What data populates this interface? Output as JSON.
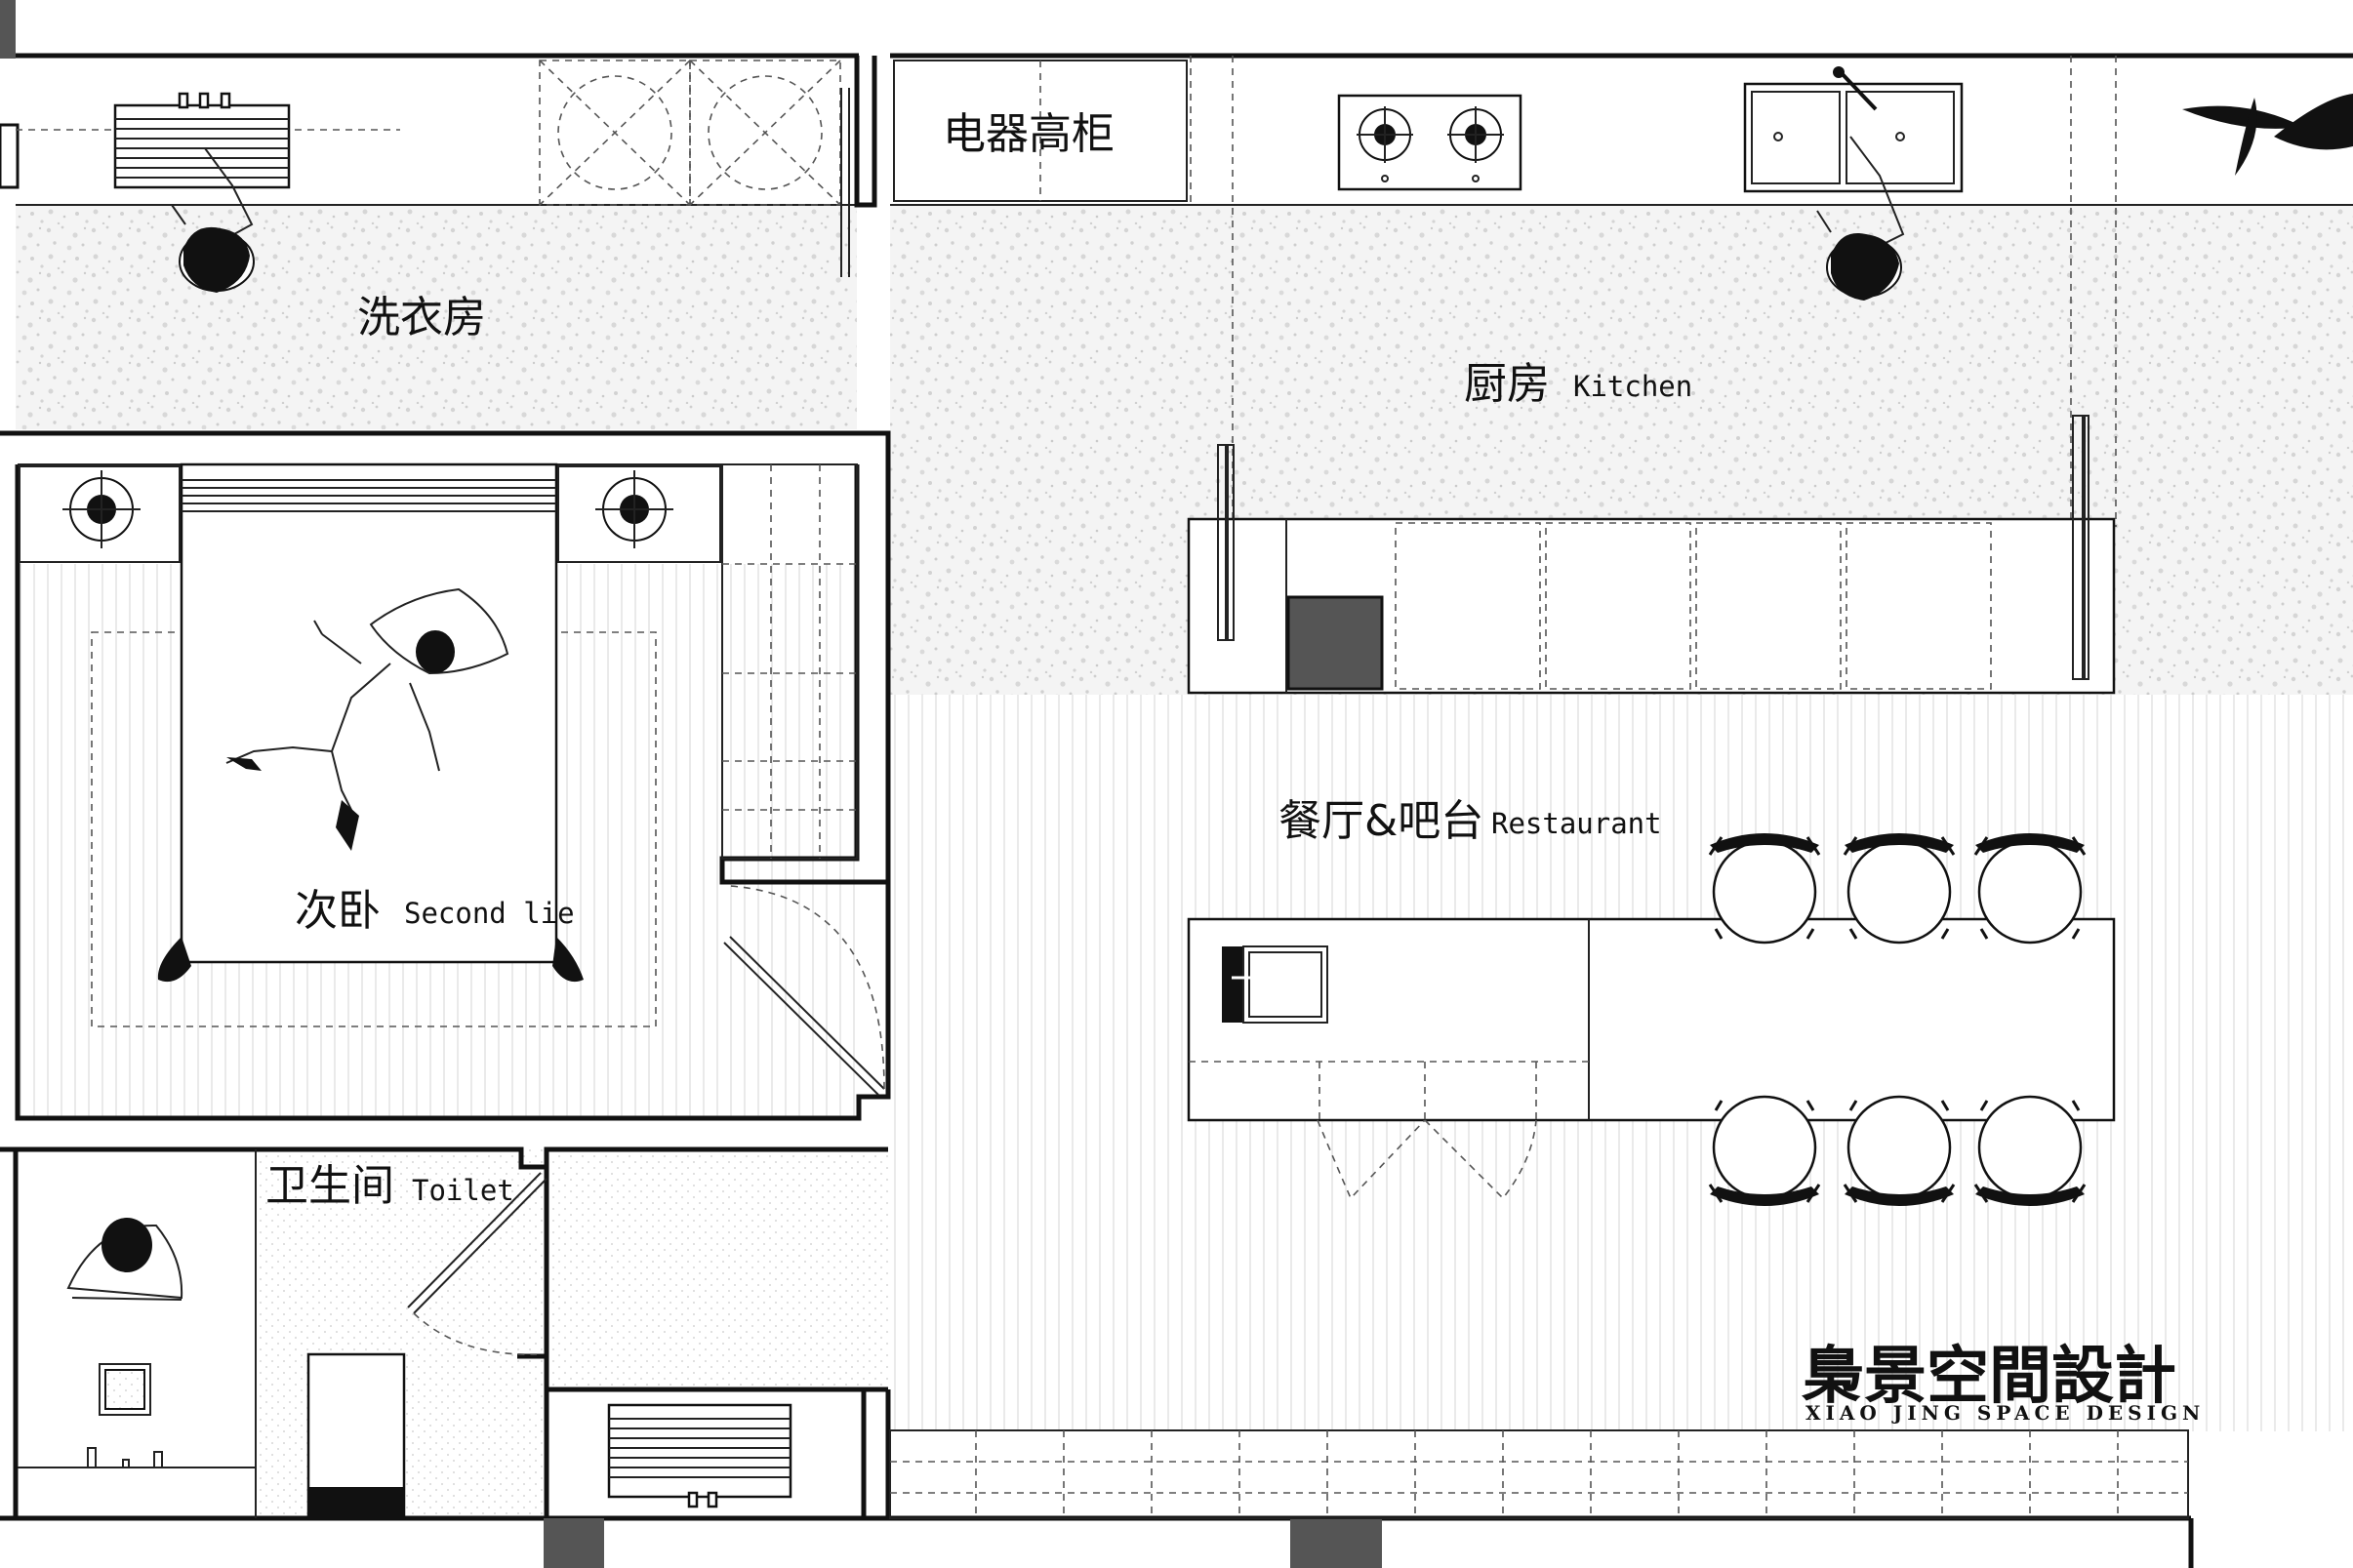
{
  "rooms": {
    "laundry": {
      "cn": "洗衣房"
    },
    "tall_cabinet": {
      "cn": "电器高柜"
    },
    "kitchen": {
      "cn": "厨房",
      "en": "Kitchen"
    },
    "second_bedroom": {
      "cn": "次卧",
      "en": "Second lie"
    },
    "dining_bar": {
      "cn": "餐厅&吧台",
      "en": "Restaurant"
    },
    "toilet": {
      "cn": "卫生间",
      "en": "Toilet"
    }
  },
  "logo": {
    "cn": "梟景空間設計",
    "en": "XIAO JING SPACE DESIGN"
  },
  "colors": {
    "wall": "#111111",
    "floor_speckle": "#d9d9d9",
    "column": "#555555",
    "background": "#ffffff"
  }
}
